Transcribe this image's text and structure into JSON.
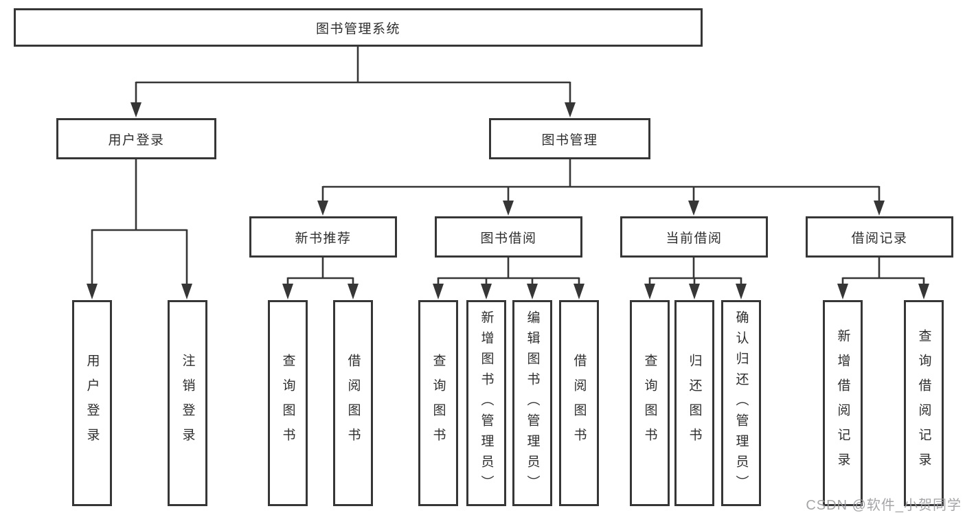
{
  "colors": {
    "line": "#363636",
    "box_border": "#363636",
    "box_fill": "#ffffff",
    "text": "#2e2e2e",
    "background": "#ffffff",
    "watermark": "#9b9ba0"
  },
  "tree": {
    "root": {
      "label": "图书管理系统"
    },
    "branches": [
      {
        "label": "用户登录",
        "children": [
          {
            "label": "用户登录"
          },
          {
            "label": "注销登录"
          }
        ]
      },
      {
        "label": "图书管理",
        "children": [
          {
            "label": "新书推荐",
            "children": [
              {
                "label": "查询图书"
              },
              {
                "label": "借阅图书"
              }
            ]
          },
          {
            "label": "图书借阅",
            "children": [
              {
                "label": "查询图书"
              },
              {
                "label": "新增图书（管理员）"
              },
              {
                "label": "编辑图书（管理员）"
              },
              {
                "label": "借阅图书"
              }
            ]
          },
          {
            "label": "当前借阅",
            "children": [
              {
                "label": "查询图书"
              },
              {
                "label": "归还图书"
              },
              {
                "label": "确认归还（管理员）"
              }
            ]
          },
          {
            "label": "借阅记录",
            "children": [
              {
                "label": "新增借阅记录"
              },
              {
                "label": "查询借阅记录"
              }
            ]
          }
        ]
      }
    ]
  },
  "watermark": {
    "text": "CSDN @软件_小贺同学"
  }
}
